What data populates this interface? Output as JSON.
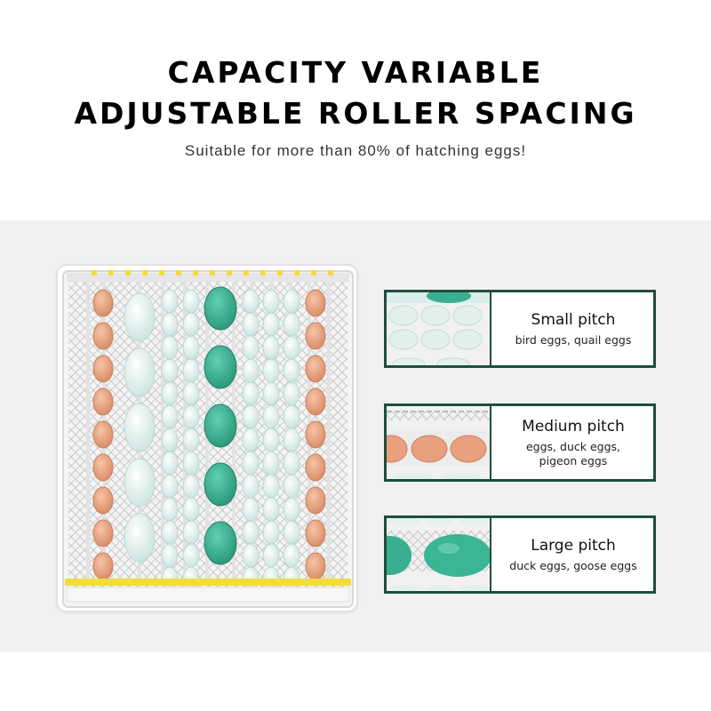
{
  "header": {
    "title_line1": "CAPACITY VARIABLE",
    "title_line2": "ADJUSTABLE ROLLER SPACING",
    "subtitle": "Suitable for more than 80% of hatching eggs!"
  },
  "colors": {
    "card_border": "#1e4f3a",
    "egg_orange": "#e8a07e",
    "egg_pale": "#dcefec",
    "egg_teal": "#3aae90",
    "background_band": "#f1f1f1",
    "roller_yellow": "#f2de3a"
  },
  "cards": [
    {
      "title": "Small pitch",
      "desc_line1": "bird eggs, quail eggs",
      "desc_line2": ""
    },
    {
      "title": "Medium pitch",
      "desc_line1": "eggs, duck eggs,",
      "desc_line2": "pigeon eggs"
    },
    {
      "title": "Large pitch",
      "desc_line1": "duck eggs, goose eggs",
      "desc_line2": ""
    }
  ]
}
